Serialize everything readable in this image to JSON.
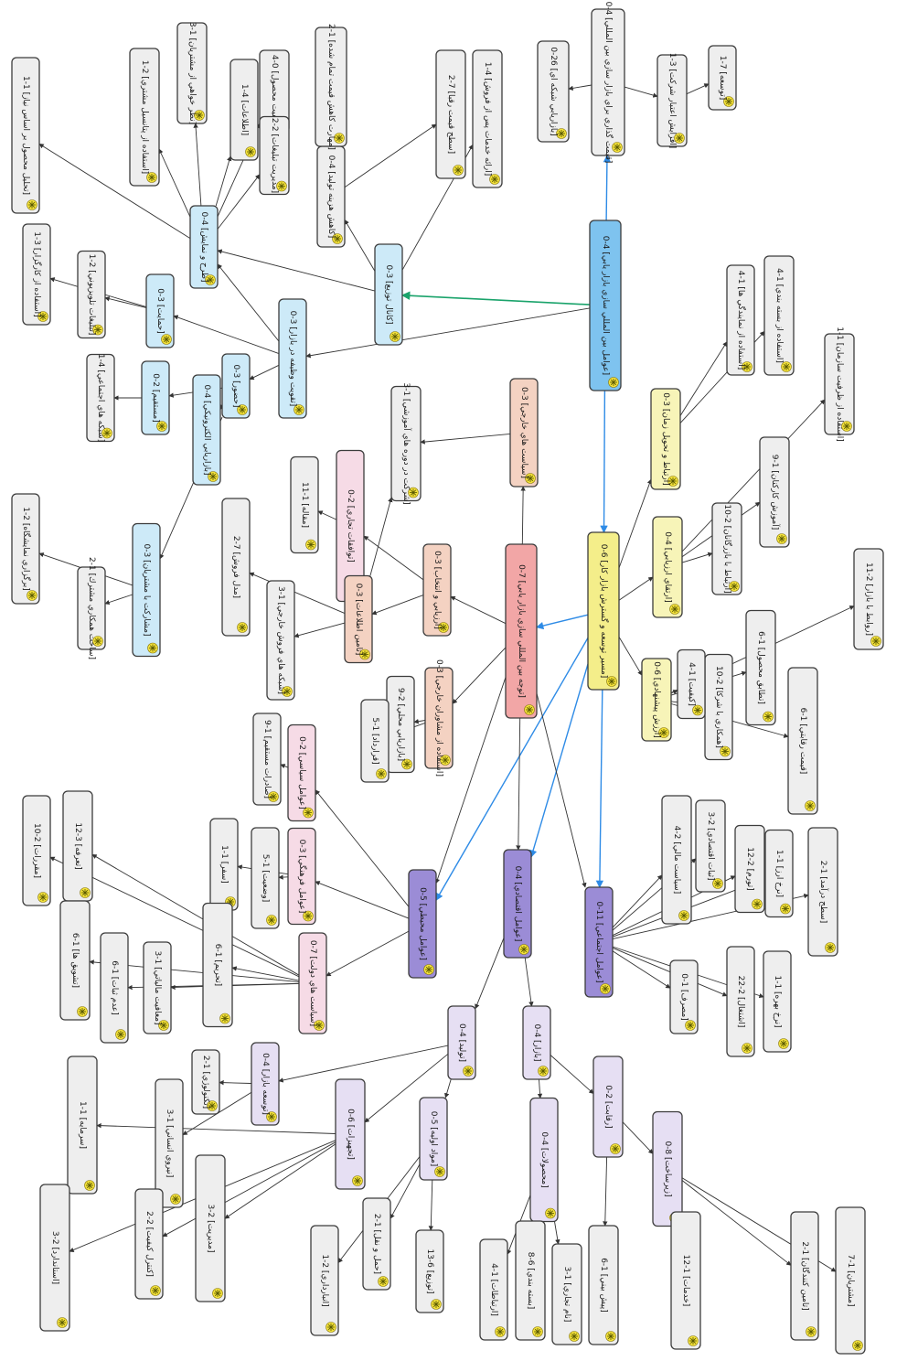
{
  "colors": {
    "background": "#ffffff",
    "blue": "#7ec3ef",
    "purple": "#9b8cd6",
    "pink": "#f2a6a6",
    "yellow": "#f4ee8a",
    "light_yellow": "#f7f4b8",
    "light_blue": "#cdeaf8",
    "light_pink": "#f6dbe6",
    "light_purple": "#e6dff3",
    "peach": "#f4d2c2",
    "gray": "#eeeeee",
    "blue_edge": "#2e8be6",
    "green_edge": "#1aa36b"
  },
  "badge_icon": "gear-badge-icon",
  "nodes": [
    {
      "id": "n_blue_main",
      "label": "[عوامل بين المللي سازي بازار يابي] 4-0",
      "color": "blue"
    },
    {
      "id": "n_pink_main",
      "label": "[توجه بين المللي سازي بازار يابي] 7-0",
      "color": "pink"
    },
    {
      "id": "n_yellow_main",
      "label": "[مسير توسعه و گسترش بازار كار] 6-0",
      "color": "yellow"
    },
    {
      "id": "n_purple_1",
      "label": "[عوامل محيطي] 5-0",
      "color": "purple"
    },
    {
      "id": "n_purple_2",
      "label": "[عوامل اقتصادي] 4-0",
      "color": "purple"
    },
    {
      "id": "n_purple_3",
      "label": "[عوامل اجتماعي] 11-0",
      "color": "purple"
    },
    {
      "id": "n_g_top_1",
      "label": "[قيمت گذاري براي بازار سازي بين المللي] 4-0",
      "color": "gray"
    },
    {
      "id": "n_g_top_2",
      "label": "[بازاريابي شبكه اي] 26-0",
      "color": "gray"
    },
    {
      "id": "n_g_top_3",
      "label": "[افزايش اعتبار شركت] 3-1",
      "color": "gray"
    },
    {
      "id": "n_g_top_4",
      "label": "[توسعه] 7-1",
      "color": "gray"
    },
    {
      "id": "n_g_top_5",
      "label": "[ارائه خدمات پس از فروش] 4-1",
      "color": "gray"
    },
    {
      "id": "n_g_top_6",
      "label": "[كاهش هزينه توليد] 4-0",
      "color": "gray"
    },
    {
      "id": "n_g_top_7",
      "label": "[مهارت كاهش قيمت تمام شده] 1-2",
      "color": "gray"
    },
    {
      "id": "n_g_top_8",
      "label": "[سطح قيمت رقبا] 7-2",
      "color": "gray"
    },
    {
      "id": "n_g_top_9",
      "label": "[كيفيت محصول] 0-4",
      "color": "gray"
    },
    {
      "id": "n_g_top_10",
      "label": "[مديريت تبليغات] 2-2",
      "color": "gray"
    },
    {
      "id": "n_g_top_11",
      "label": "[اطلاعات] 4-1",
      "color": "gray"
    },
    {
      "id": "n_g_top_12",
      "label": "[نظر خواهي از مشتريان] 1-3",
      "color": "gray"
    },
    {
      "id": "n_g_top_13",
      "label": "[استفاده از پتانسيل مشتري] 2-1",
      "color": "gray"
    },
    {
      "id": "n_g_top_14",
      "label": "[تحليل محصول بر اساس نياز] 1-1",
      "color": "gray"
    },
    {
      "id": "n_lb_1",
      "label": "[كانال توزيع] 3-0",
      "color": "light_blue"
    },
    {
      "id": "n_lb_2",
      "label": "[حمايت] 3-0",
      "color": "light_blue"
    },
    {
      "id": "n_lb_3",
      "label": "[طرح و نمايش] 4-0",
      "color": "light_blue"
    },
    {
      "id": "n_lb_4",
      "label": "[بازاريابي الكترونيكي] 4-0",
      "color": "light_blue"
    },
    {
      "id": "n_lb_5",
      "label": "[تقويت وظيفه در بازار] 3-0",
      "color": "light_blue"
    },
    {
      "id": "n_lb_6",
      "label": "[حضور] 3-0",
      "color": "light_blue"
    },
    {
      "id": "n_lb_7",
      "label": "[مستقيم] 2-0",
      "color": "light_blue"
    },
    {
      "id": "n_lb_8",
      "label": "[مشاركت با مشتريان] 3-0",
      "color": "light_blue"
    },
    {
      "id": "n_g_left_1",
      "label": "[تبليغات تلويزيوني] 2-1",
      "color": "gray"
    },
    {
      "id": "n_g_left_2",
      "label": "[استفاده از كارگزار] 3-1",
      "color": "gray"
    },
    {
      "id": "n_g_left_3",
      "label": "[شبكه هاي اجتماعي] 4-1",
      "color": "gray"
    },
    {
      "id": "n_g_left_4",
      "label": "[برگزاري نمايشگاه] 2-1",
      "color": "gray"
    },
    {
      "id": "n_g_left_5",
      "label": "[ساخت همكاري مشترك] 1-2",
      "color": "gray"
    },
    {
      "id": "n_pk_1",
      "label": "[سياست هاي خارجي] 3-0",
      "color": "peach"
    },
    {
      "id": "n_pk_2",
      "label": "[توافقات تجاري] 2-0",
      "color": "light_pink"
    },
    {
      "id": "n_pk_3",
      "label": "[ارزيابي و انتخاب] 3-0",
      "color": "peach"
    },
    {
      "id": "n_pk_4",
      "label": "[استفاده از مشاوران خارجي] 3-0",
      "color": "peach"
    },
    {
      "id": "n_pk_5",
      "label": "[تامين اطلاعات] 3-0",
      "color": "peach"
    },
    {
      "id": "n_g_mid_1",
      "label": "[مقاله] 1-11",
      "color": "gray"
    },
    {
      "id": "n_g_mid_2",
      "label": "[شركت در دوره هاي آموزشي] 1-3",
      "color": "gray"
    },
    {
      "id": "n_g_mid_3",
      "label": "[مدل فروش] 7-2",
      "color": "gray"
    },
    {
      "id": "n_g_mid_4",
      "label": "[شبكه هاي فروش خارجي] 1-3",
      "color": "gray"
    },
    {
      "id": "n_g_mid_5",
      "label": "[بازاريابي محلي] 2-9",
      "color": "gray"
    },
    {
      "id": "n_g_mid_6",
      "label": "[قرارداد] 1-5",
      "color": "gray"
    },
    {
      "id": "n_ly_1",
      "label": "[ارتباط و تحويل زمان] 3-0",
      "color": "light_yellow"
    },
    {
      "id": "n_ly_2",
      "label": "[ارتقاي ارزيابي] 4-0",
      "color": "light_yellow"
    },
    {
      "id": "n_ly_3",
      "label": "[ارزش پيشنهادي] 6-0",
      "color": "light_yellow"
    },
    {
      "id": "n_g_r_1",
      "label": "[استفاده از نمايندگي ها] 1-4",
      "color": "gray"
    },
    {
      "id": "n_g_r_2",
      "label": "[استفاده از بسته بندي] 1-4",
      "color": "gray"
    },
    {
      "id": "n_g_r_3",
      "label": "[استفاده از ظرفيت سازمان] 1-1",
      "color": "gray"
    },
    {
      "id": "n_g_r_4",
      "label": "[آموزش كاركنان] 1-9",
      "color": "gray"
    },
    {
      "id": "n_g_r_5",
      "label": "[ارتباط با بازرگانان] 2-10",
      "color": "gray"
    },
    {
      "id": "n_g_r_6",
      "label": "[روابط با بازار] 2-11",
      "color": "gray"
    },
    {
      "id": "n_g_r_7",
      "label": "[همكاري با شركا] 2-10",
      "color": "gray"
    },
    {
      "id": "n_g_r_8",
      "label": "[تطابق محصول] 1-6",
      "color": "gray"
    },
    {
      "id": "n_g_r_9",
      "label": "[كيفيت] 1-4",
      "color": "gray"
    },
    {
      "id": "n_g_r_10",
      "label": "[قيمت رقابتي] 1-6",
      "color": "gray"
    },
    {
      "id": "n_lp_1",
      "label": "[عوامل سياسي] 2-0",
      "color": "light_pink"
    },
    {
      "id": "n_lp_2",
      "label": "[عوامل فرهنگي] 3-0",
      "color": "light_pink"
    },
    {
      "id": "n_lp_3",
      "label": "[سياست هاي دولت] 7-0",
      "color": "light_pink"
    },
    {
      "id": "n_g_l2_1",
      "label": "[صادرات مستقيم] 1-9",
      "color": "gray"
    },
    {
      "id": "n_g_l2_2",
      "label": "[سفر] 1-1",
      "color": "gray"
    },
    {
      "id": "n_g_l2_3",
      "label": "[وضعيت] 1-5",
      "color": "gray"
    },
    {
      "id": "n_g_l2_4",
      "label": "[تحريم] 1-6",
      "color": "gray"
    },
    {
      "id": "n_g_l2_5",
      "label": "[معافيت مالياتي] 1-3",
      "color": "gray"
    },
    {
      "id": "n_g_l2_6",
      "label": "[مقررات] 2-10",
      "color": "gray"
    },
    {
      "id": "n_g_l2_7",
      "label": "[تعرفه] 3-12",
      "color": "gray"
    },
    {
      "id": "n_g_l2_8",
      "label": "[عدم ثبات] 1-6",
      "color": "gray"
    },
    {
      "id": "n_g_l2_9",
      "label": "[تشويق ها] 1-6",
      "color": "gray"
    },
    {
      "id": "n_g_r2_1",
      "label": "[سياست مالي] 2-4",
      "color": "gray"
    },
    {
      "id": "n_g_r2_2",
      "label": "[تورم] 2-12",
      "color": "gray"
    },
    {
      "id": "n_g_r2_3",
      "label": "[نرخ ارز] 1-1",
      "color": "gray"
    },
    {
      "id": "n_g_r2_4",
      "label": "[ثبات اقتصادي] 2-3",
      "color": "gray"
    },
    {
      "id": "n_g_r2_5",
      "label": "[سطح درآمد] 1-2",
      "color": "gray"
    },
    {
      "id": "n_g_r2_6",
      "label": "[نرخ بهره] 1-1",
      "color": "gray"
    },
    {
      "id": "n_g_r2_7",
      "label": "[اشتغال] 2-22",
      "color": "gray"
    },
    {
      "id": "n_g_r2_8",
      "label": "[مصرف] 1-0",
      "color": "gray"
    },
    {
      "id": "n_lpp_1",
      "label": "[توليد] 4-0",
      "color": "light_purple"
    },
    {
      "id": "n_lpp_2",
      "label": "[بازار] 4-0",
      "color": "light_purple"
    },
    {
      "id": "n_lpp_3",
      "label": "[محصولات] 4-0",
      "color": "light_purple"
    },
    {
      "id": "n_lpp_4",
      "label": "[مواد اوليه] 5-0",
      "color": "light_purple"
    },
    {
      "id": "n_lpp_5",
      "label": "[تجهيزات] 6-0",
      "color": "light_purple"
    },
    {
      "id": "n_lpp_6",
      "label": "[رقابت] 2-0",
      "color": "light_purple"
    },
    {
      "id": "n_lpp_7",
      "label": "[زيرساخت] 8-0",
      "color": "light_purple"
    },
    {
      "id": "n_lpp_8",
      "label": "[توسعه بازار] 4-0",
      "color": "light_purple"
    },
    {
      "id": "n_g_b_1",
      "label": "[تكنولوژي] 1-2",
      "color": "gray"
    },
    {
      "id": "n_g_b_2",
      "label": "[نيروي انساني] 1-3",
      "color": "gray"
    },
    {
      "id": "n_g_b_3",
      "label": "[سرمايه] 1-1",
      "color": "gray"
    },
    {
      "id": "n_g_b_4",
      "label": "[مديريت] 2-3",
      "color": "gray"
    },
    {
      "id": "n_g_b_5",
      "label": "[كنترل كيفيت] 2-2",
      "color": "gray"
    },
    {
      "id": "n_g_b_6",
      "label": "[استاندارد] 2-3",
      "color": "gray"
    },
    {
      "id": "n_g_b_7",
      "label": "[حمل و نقل] 1-2",
      "color": "gray"
    },
    {
      "id": "n_g_b_8",
      "label": "[انبارداري] 2-1",
      "color": "gray"
    },
    {
      "id": "n_g_b_9",
      "label": "[توزيع] 6-13",
      "color": "gray"
    },
    {
      "id": "n_g_b_10",
      "label": "[ارتباطات] 1-4",
      "color": "gray"
    },
    {
      "id": "n_g_b_11",
      "label": "[بسته بندي] 6-8",
      "color": "gray"
    },
    {
      "id": "n_g_b_12",
      "label": "[نام تجاري] 1-3",
      "color": "gray"
    },
    {
      "id": "n_g_b_13",
      "label": "[پيش بيني] 1-6",
      "color": "gray"
    },
    {
      "id": "n_g_b_14",
      "label": "[خدمات] 1-12",
      "color": "gray"
    },
    {
      "id": "n_g_b_15",
      "label": "[تامين كنندگان] 1-2",
      "color": "gray"
    },
    {
      "id": "n_g_b_16",
      "label": "[مشتريان] 1-7",
      "color": "gray"
    }
  ]
}
